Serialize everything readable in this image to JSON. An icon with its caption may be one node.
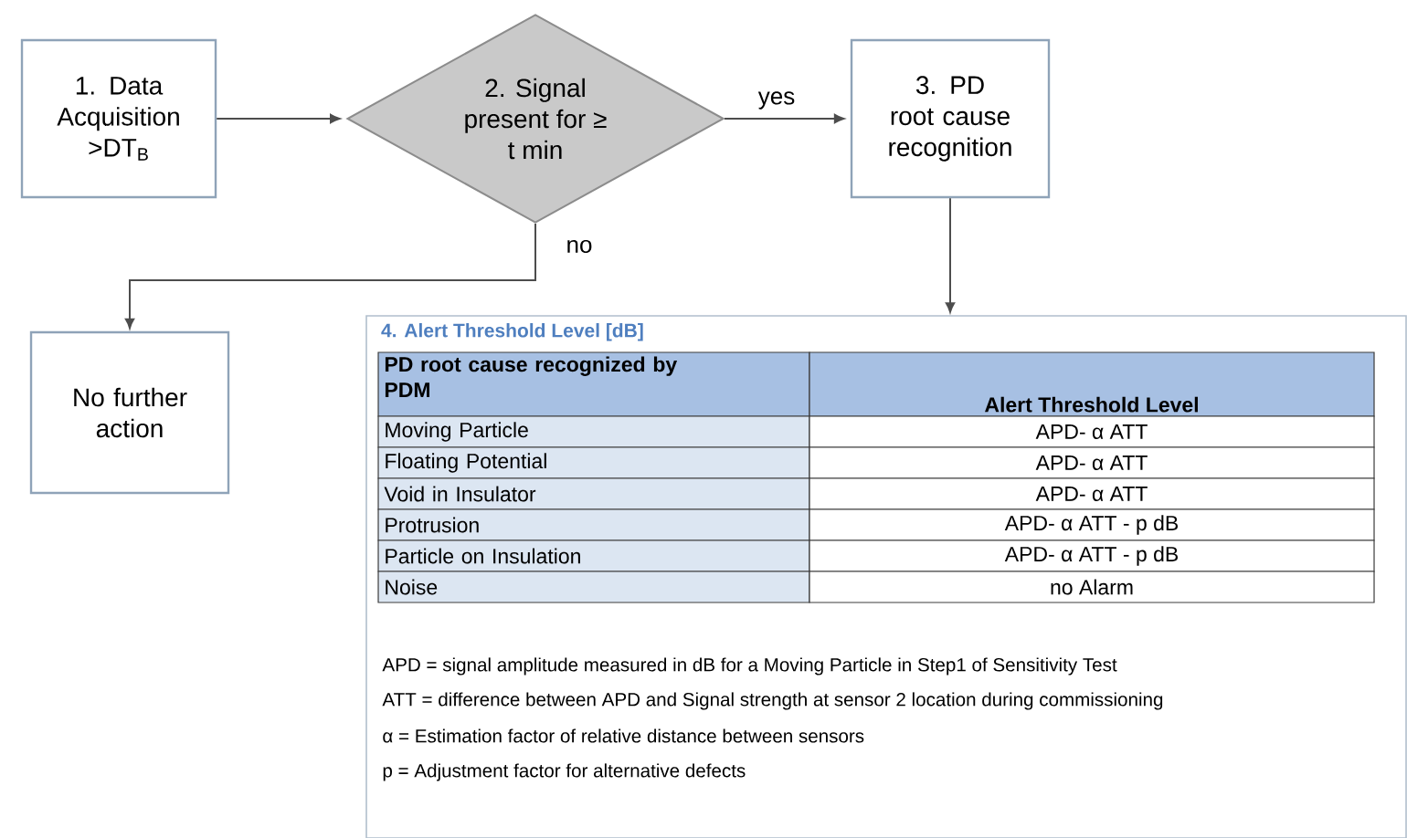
{
  "diagram": {
    "nodes": [
      {
        "text": [
          "1. Data Acquisition >DT$_{B}$"
        ]
      },
      {
        "text": [
          "2. Signal present for ≥ t min"
        ]
      },
      {
        "text": [
          "3. PD root cause recognition"
        ]
      },
      {
        "text": [
          "No further action"
        ]
      },
      {
        "text": [
          "4. Alert Threshold Level [dB]"
        ]
      }
    ],
    "edges": [
      {
        "from": 0,
        "to": 1,
        "arrow": "to"
      },
      {
        "from": 1,
        "to": 2,
        "arrow": "to",
        "label": "yes"
      },
      {
        "from": 1,
        "to": 3,
        "arrow": "to",
        "label": "no"
      },
      {
        "from": 2,
        "to": 4,
        "arrow": "to"
      }
    ],
    "labels": [
      "PD root cause recognized by PDM",
      "Alert Threshold Level",
      "Moving Particle",
      "APD- α ATT",
      "Floating Potential",
      "APD- α ATT",
      "Void in Insulator",
      "APD- α ATT",
      "Protrusion",
      "APD- α ATT - p dB",
      "Particle on Insulation",
      "APD- α ATT - p dB",
      "Noise",
      "no Alarm",
      "APD = signal amplitude measured in dB for a Moving Particle in Step1 of Sensitivity Test",
      "ATT = difference between APD and Signal strength at sensor 2 location during commissioning",
      "α = Estimation factor of relative distance between sensors",
      "p = Adjustment factor for alternative defects"
    ]
  }
}
